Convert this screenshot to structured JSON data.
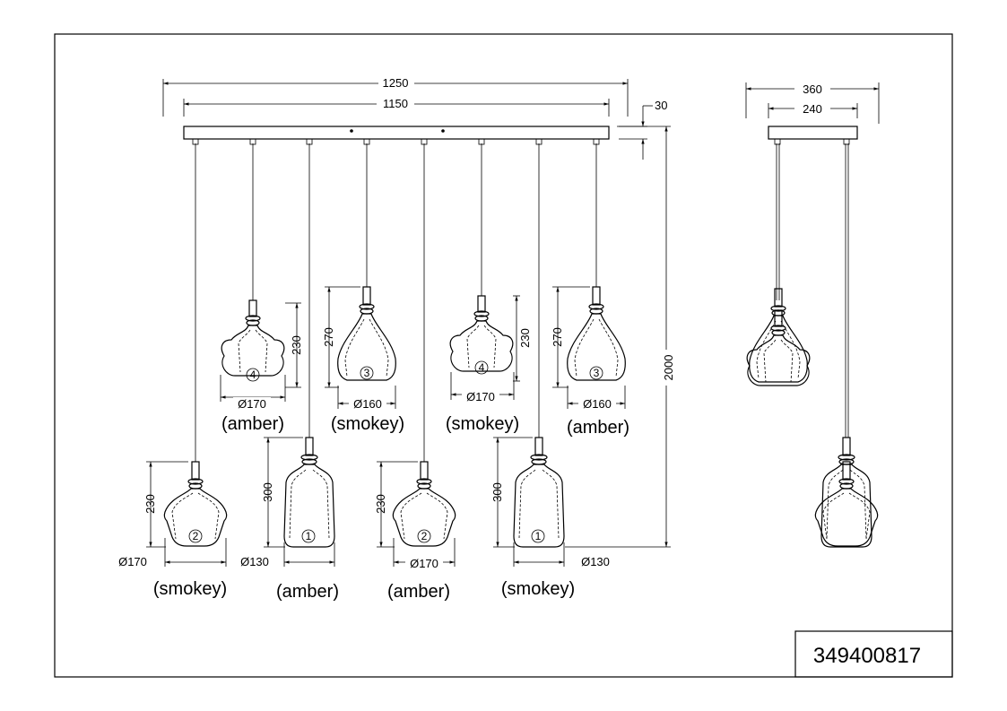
{
  "product_code": "349400817",
  "overall": {
    "width_outer": "1250",
    "width_inner": "1150",
    "canopy_height": "30",
    "total_height": "2000",
    "side_width_outer": "360",
    "side_width_inner": "240"
  },
  "shades": [
    {
      "id": "s4a",
      "number": "4",
      "height": "230",
      "diameter": "Ø170",
      "color": "(amber)"
    },
    {
      "id": "s3a",
      "number": "3",
      "height": "270",
      "diameter": "Ø160",
      "color": "(smokey)"
    },
    {
      "id": "s4b",
      "number": "4",
      "height": "230",
      "diameter": "Ø170",
      "color": "(smokey)"
    },
    {
      "id": "s3b",
      "number": "3",
      "height": "270",
      "diameter": "Ø160",
      "color": "(amber)"
    },
    {
      "id": "s2a",
      "number": "2",
      "height": "230",
      "diameter": "Ø170",
      "color": "(smokey)"
    },
    {
      "id": "s1a",
      "number": "1",
      "height": "300",
      "diameter": "Ø130",
      "color": "(amber)"
    },
    {
      "id": "s2b",
      "number": "2",
      "height": "230",
      "diameter": "Ø170",
      "color": "(amber)"
    },
    {
      "id": "s1b",
      "number": "1",
      "height": "300",
      "diameter": "Ø130",
      "color": "(smokey)"
    }
  ]
}
